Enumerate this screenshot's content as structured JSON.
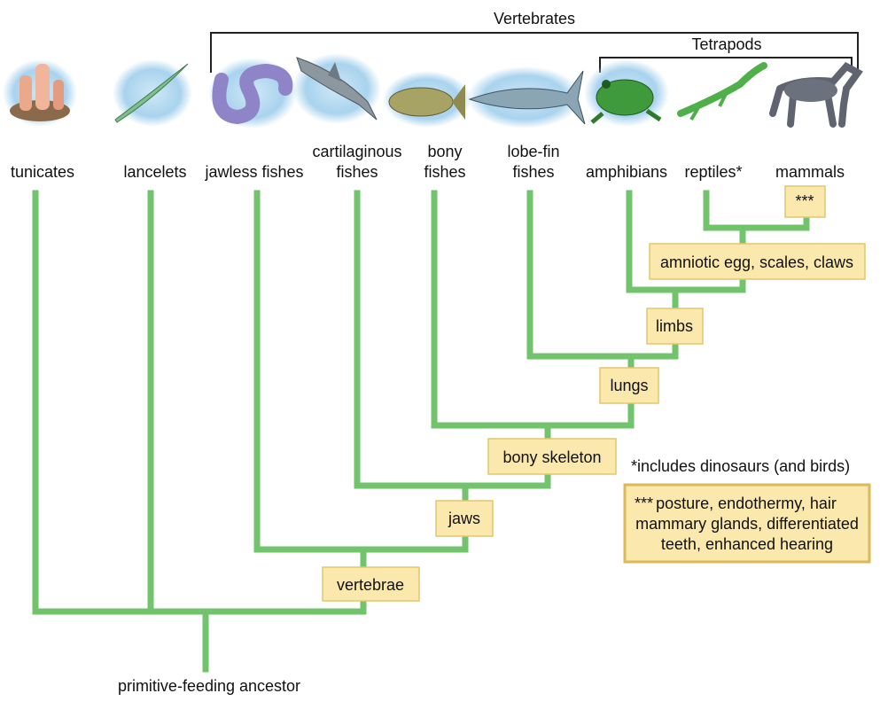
{
  "groups": {
    "vertebrates": "Vertebrates",
    "tetrapods": "Tetrapods"
  },
  "taxa": [
    {
      "id": "tunicates",
      "lines": [
        "tunicates"
      ]
    },
    {
      "id": "lancelets",
      "lines": [
        "lancelets"
      ]
    },
    {
      "id": "jawless-fishes",
      "lines": [
        "jawless fishes"
      ]
    },
    {
      "id": "cartilaginous-fishes",
      "lines": [
        "cartilaginous",
        "fishes"
      ]
    },
    {
      "id": "bony-fishes",
      "lines": [
        "bony",
        "fishes"
      ]
    },
    {
      "id": "lobe-fin-fishes",
      "lines": [
        "lobe-fin",
        "fishes"
      ]
    },
    {
      "id": "amphibians",
      "lines": [
        "amphibians"
      ]
    },
    {
      "id": "reptiles",
      "lines": [
        "reptiles*"
      ]
    },
    {
      "id": "mammals",
      "lines": [
        "mammals"
      ]
    }
  ],
  "traits": {
    "vertebrae": "vertebrae",
    "jaws": "jaws",
    "bony_skeleton": "bony skeleton",
    "lungs": "lungs",
    "limbs": "limbs",
    "amniotic": "amniotic egg, scales, claws",
    "mammal_marker": "***"
  },
  "root": "primitive-feeding ancestor",
  "footnote": "*includes dinosaurs (and birds)",
  "legend": {
    "marker": "***",
    "lines": [
      "posture, endothermy, hair",
      "mammary glands, differentiated",
      "teeth, enhanced hearing"
    ]
  },
  "colors": {
    "branch": "#72c46c",
    "trait_box": "#fbe8ac",
    "trait_border": "#e3c66d"
  }
}
